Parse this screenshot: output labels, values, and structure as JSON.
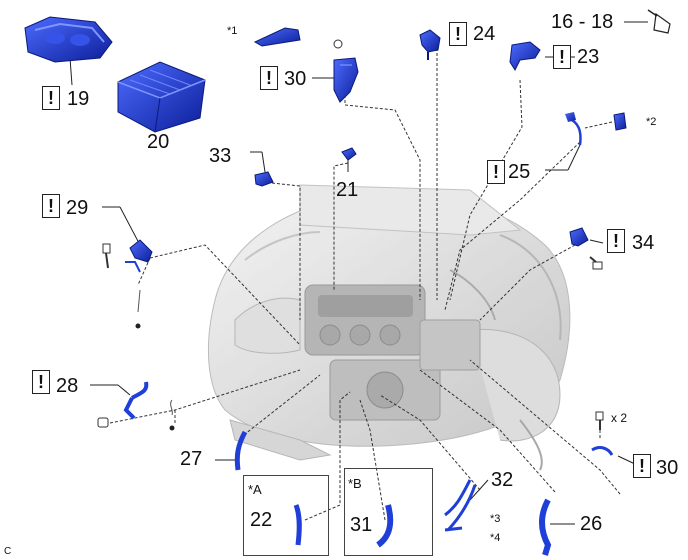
{
  "parts": {
    "p16_18": "16 - 18",
    "p19": "19",
    "p20": "20",
    "p21": "21",
    "p22": "22",
    "p23": "23",
    "p24": "24",
    "p25": "25",
    "p26": "26",
    "p27": "27",
    "p28": "28",
    "p29": "29",
    "p30a": "30",
    "p30b": "30",
    "p31": "31",
    "p32": "32",
    "p33": "33",
    "p34": "34"
  },
  "notes": {
    "n1": "*1",
    "n2": "*2",
    "n3": "*3",
    "n4": "*4",
    "nA": "*A",
    "nB": "*B",
    "x2": "x 2"
  },
  "warning_glyph": "!",
  "corner_letter": "C",
  "colors": {
    "part_blue": "#1f3fd6",
    "part_dark": "#0d1f8c",
    "engine_gray": "#c9c9c9",
    "line": "#333333"
  },
  "icons": [
    "warning-icon",
    "grease-pen-icon",
    "bolt-icon",
    "o-ring-icon"
  ]
}
